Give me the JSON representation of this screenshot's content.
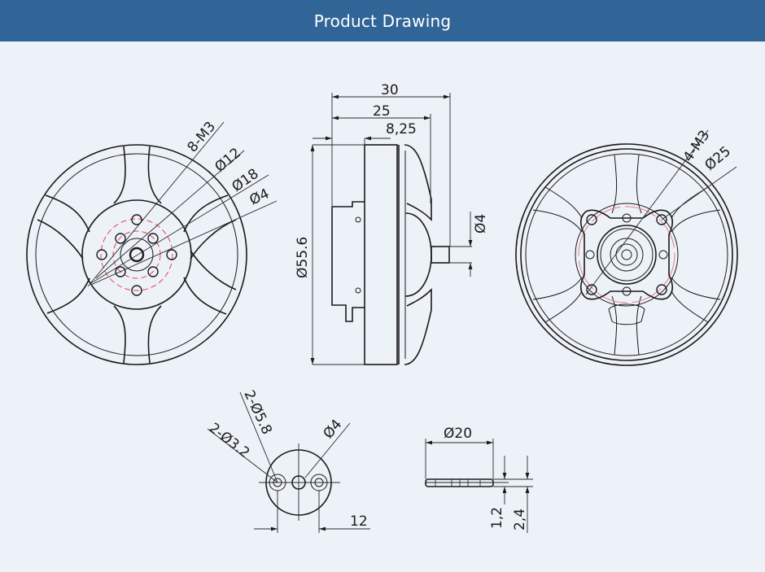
{
  "header": {
    "title": "Product Drawing"
  },
  "colors": {
    "header_bg": "#316598",
    "page_bg": "#edf1f8",
    "line": "#1a1a1a",
    "center_line": "#e0474c"
  },
  "views": {
    "front": {
      "labels": {
        "holes": "8-M3",
        "d12": "Ø12",
        "d18": "Ø18",
        "d4": "Ø4"
      }
    },
    "side": {
      "labels": {
        "overall_length": "30",
        "body_length": "25",
        "offset": "8,25",
        "diameter": "Ø55.6",
        "shaft": "Ø4"
      }
    },
    "rear": {
      "labels": {
        "holes": "4-M3",
        "d25": "Ø25"
      }
    },
    "prop_adapter": {
      "labels": {
        "small_holes": "2-Ø3.2",
        "counterbore": "2-Ø5.8",
        "center": "Ø4",
        "spacing": "12"
      }
    },
    "washer": {
      "labels": {
        "diameter": "Ø20",
        "thickness_1": "1,2",
        "thickness_2": "2,4"
      }
    }
  }
}
